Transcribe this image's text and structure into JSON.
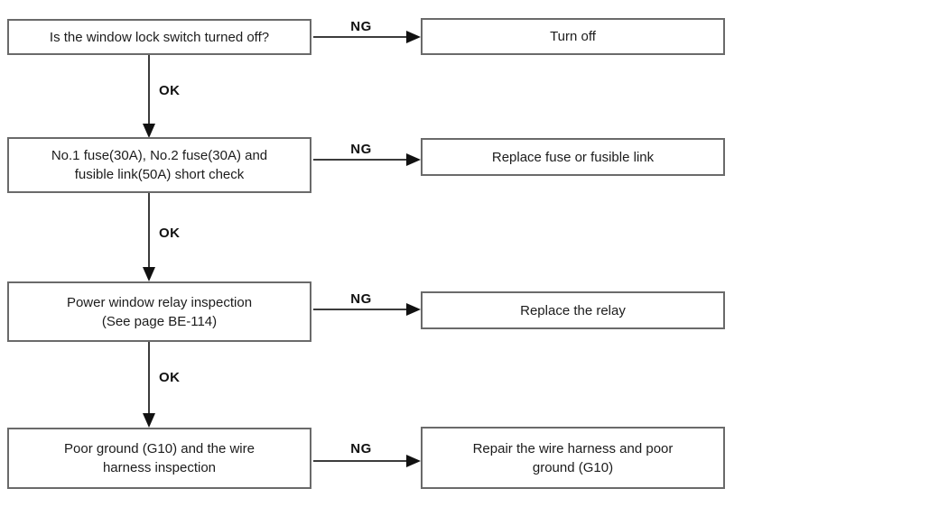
{
  "flowchart": {
    "ng_label": "NG",
    "ok_label": "OK",
    "rows": [
      {
        "check": "Is the window lock switch turned off?",
        "action": "Turn off"
      },
      {
        "check": "No.1 fuse(30A), No.2 fuse(30A) and\nfusible link(50A) short check",
        "action": "Replace fuse or fusible link"
      },
      {
        "check": "Power window relay inspection\n(See page BE-114)",
        "action": "Replace the relay"
      },
      {
        "check": "Poor ground (G10) and the wire\nharness inspection",
        "action": "Repair the wire harness and poor\nground (G10)"
      }
    ]
  }
}
